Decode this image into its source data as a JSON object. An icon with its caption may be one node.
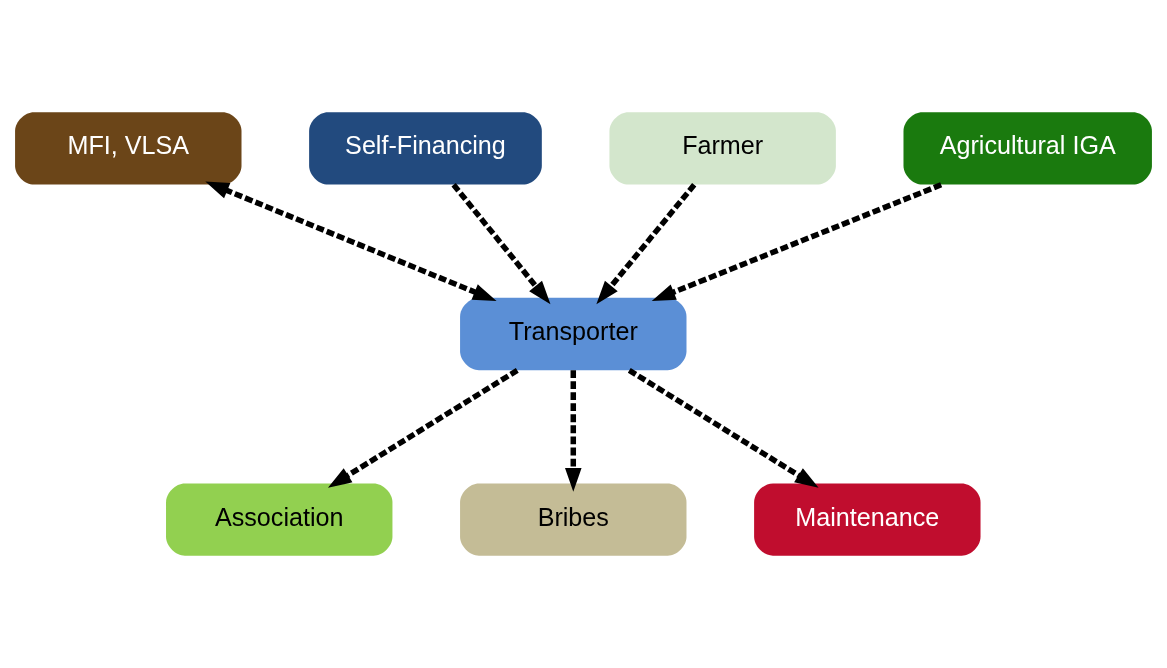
{
  "diagram": {
    "nodes": [
      {
        "text": [
          "MFI, VLSA"
        ]
      },
      {
        "text": [
          "Self-Financing"
        ]
      },
      {
        "text": [
          "Farmer"
        ]
      },
      {
        "text": [
          "Transporter"
        ]
      },
      {
        "text": [
          "Agricultural IGA"
        ]
      },
      {
        "text": [
          "Association"
        ]
      },
      {
        "text": [
          "Bribes"
        ]
      },
      {
        "text": [
          "Maintenance"
        ]
      }
    ],
    "edges": [
      {
        "from": 0,
        "to": 3,
        "arrow": "both",
        "style": "dashed"
      },
      {
        "from": 1,
        "to": 3,
        "arrow": "to",
        "style": "dashed"
      },
      {
        "from": 2,
        "to": 3,
        "arrow": "to",
        "style": "dashed"
      },
      {
        "from": 4,
        "to": 3,
        "arrow": "to",
        "style": "dashed"
      },
      {
        "from": 3,
        "to": 5,
        "arrow": "to",
        "style": "dashed"
      },
      {
        "from": 3,
        "to": 6,
        "arrow": "to",
        "style": "dashed"
      },
      {
        "from": 3,
        "to": 7,
        "arrow": "to",
        "style": "dashed"
      }
    ]
  }
}
